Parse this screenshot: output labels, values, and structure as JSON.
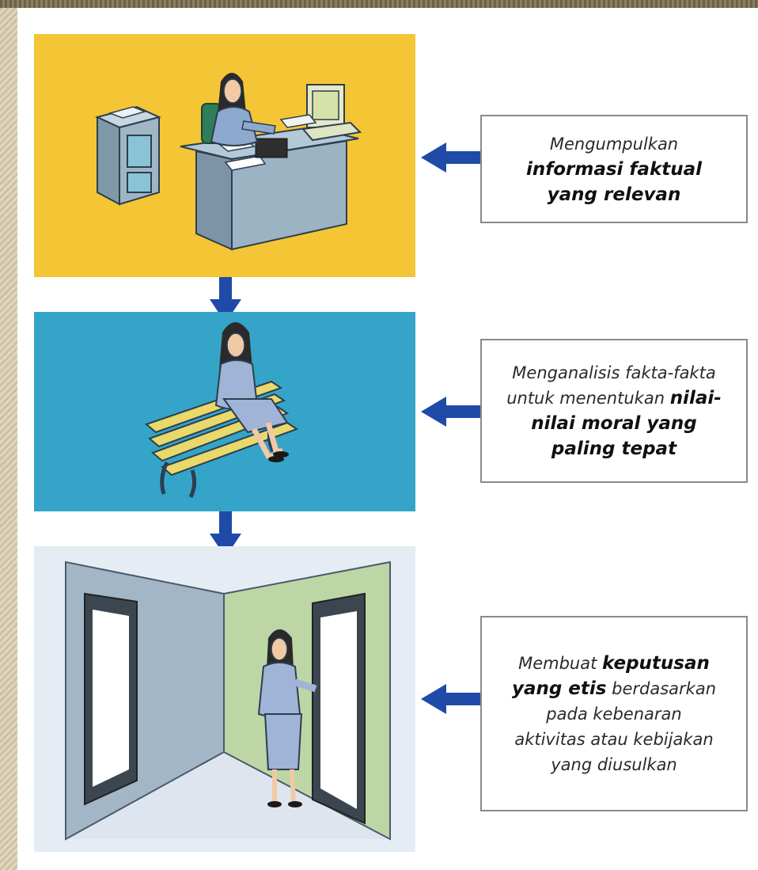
{
  "steps": [
    {
      "caption": {
        "l1": "Mengumpulkan",
        "l2": "informasi faktual",
        "l3": "yang relevan"
      }
    },
    {
      "caption": {
        "l1": "Menganalisis fakta-fakta",
        "l2a": "untuk menentukan ",
        "l2b": "nilai-",
        "l3": "nilai moral yang",
        "l4": "paling tepat"
      }
    },
    {
      "caption": {
        "l1a": "Membuat ",
        "l1b": "keputusan",
        "l2a": "yang etis",
        "l2b": " berdasarkan",
        "l3": "pada kebenaran",
        "l4": "aktivitas atau kebijakan",
        "l5": "yang diusulkan"
      }
    }
  ],
  "colors": {
    "panel_1": "#f4c534",
    "panel_2": "#35a4c9",
    "panel_3": "#e6ecf3",
    "arrow": "#1f4aa8"
  },
  "icons": [
    "office-desk-illustration",
    "bench-thinking-illustration",
    "doors-decision-illustration",
    "down-arrow-icon",
    "left-arrow-icon"
  ]
}
